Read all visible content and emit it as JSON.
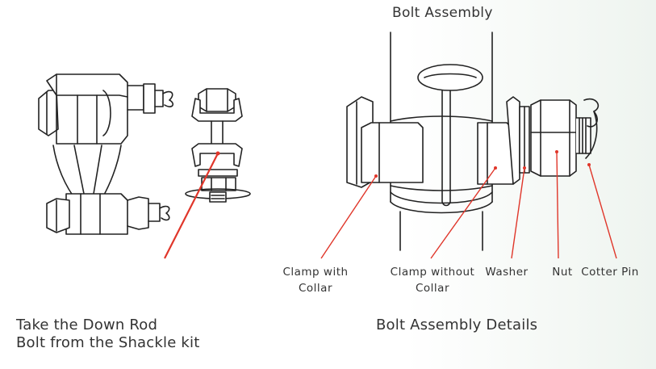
{
  "title": "Bolt Assembly",
  "left_caption": {
    "line1": "Take the Down Rod",
    "line2": "Bolt from the Shackle kit"
  },
  "right_caption": "Bolt Assembly Details",
  "labels": {
    "clamp_with_collar": {
      "line1": "Clamp with",
      "line2": "Collar"
    },
    "clamp_without_collar": {
      "line1": "Clamp without",
      "line2": "Collar"
    },
    "washer": "Washer",
    "nut": "Nut",
    "cotter_pin": "Cotter Pin"
  },
  "colors": {
    "pointer": "#e0362a",
    "line": "#222222"
  }
}
